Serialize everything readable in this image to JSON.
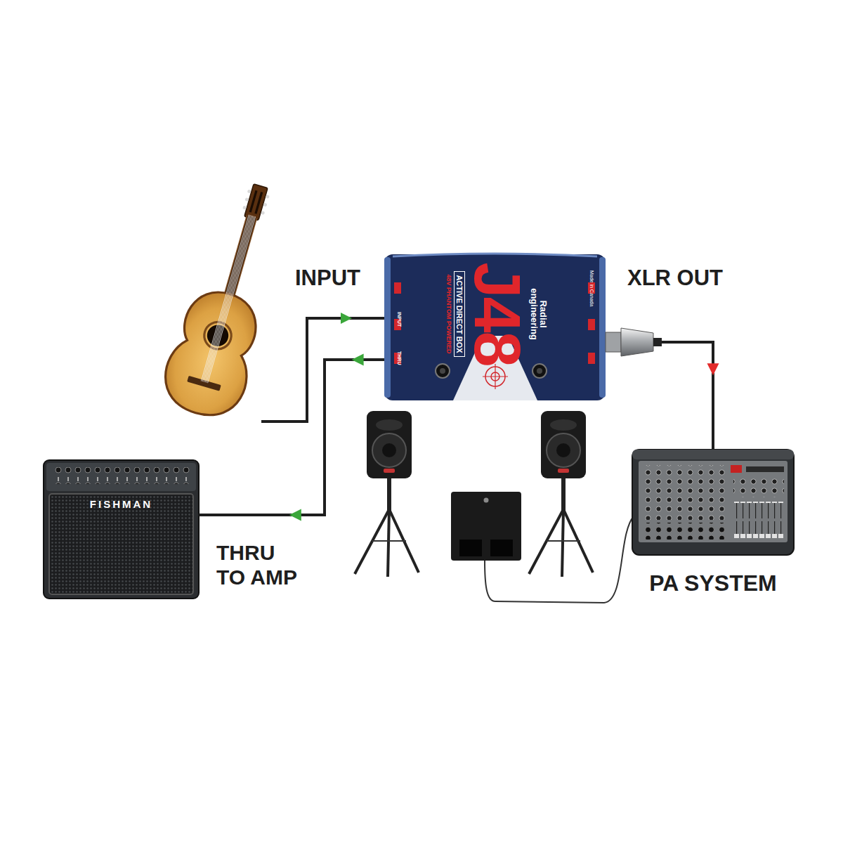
{
  "diagram": {
    "nodes": [
      {
        "text": [
          "Radial engineering",
          "J48",
          "ACTIVE DIRECT BOX",
          "48V PHANTOM POWERED"
        ]
      },
      {
        "text": [
          "FISHMAN"
        ]
      },
      {
        "text": [
          "PA SYSTEM"
        ]
      }
    ],
    "edges": [
      {
        "from": 0,
        "to": 1,
        "arrow": "to",
        "label": "THRU TO AMP"
      },
      {
        "from": 0,
        "to": 2,
        "arrow": "to",
        "label": "XLR OUT"
      }
    ],
    "labels": [
      "INPUT",
      "INPUT",
      "THRU",
      "Made in Canada"
    ]
  }
}
